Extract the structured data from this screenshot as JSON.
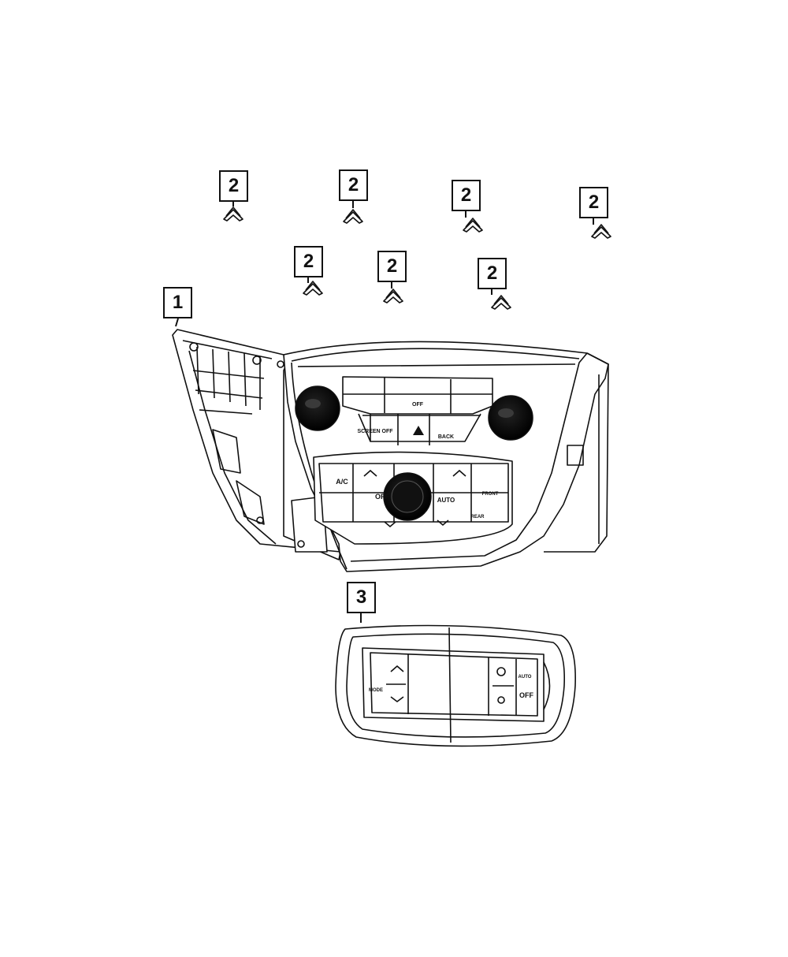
{
  "callouts": {
    "panel": "1",
    "clip": "2",
    "rear_control": "3"
  },
  "front_panel": {
    "screen_off_label": "SCREEN OFF",
    "back_label": "BACK",
    "ac_label": "A/C",
    "off_label": "OFF",
    "auto_label": "AUTO",
    "front_label": "FRONT",
    "rear_label": "REAR",
    "top_off_label": "OFF"
  },
  "rear_module": {
    "mode_label": "MODE",
    "auto_label": "AUTO",
    "off_label": "OFF"
  }
}
